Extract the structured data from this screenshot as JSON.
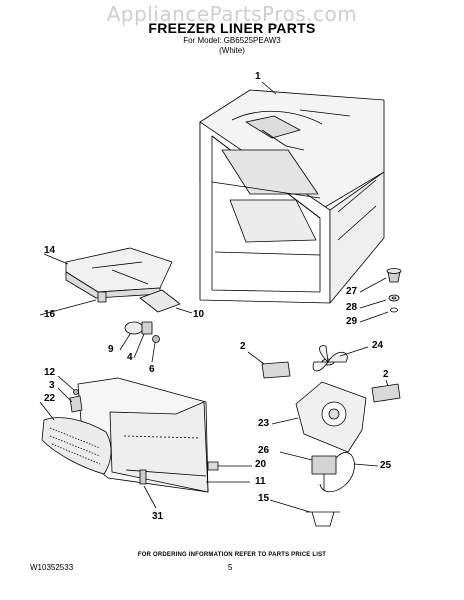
{
  "watermark": "AppliancePartsPros.com",
  "header": {
    "title": "FREEZER LINER PARTS",
    "model_line": "For Model: GB6525PEAW3",
    "color_line": "(White)"
  },
  "callouts": {
    "c1": "1",
    "c2a": "2",
    "c2b": "2",
    "c3": "3",
    "c4": "4",
    "c6": "6",
    "c9": "9",
    "c10": "10",
    "c11": "11",
    "c12": "12",
    "c14": "14",
    "c15": "15",
    "c16": "16",
    "c20": "20",
    "c22": "22",
    "c23": "23",
    "c24": "24",
    "c25": "25",
    "c26": "26",
    "c27": "27",
    "c28": "28",
    "c29": "29",
    "c31": "31"
  },
  "footer": {
    "note": "FOR ORDERING INFORMATION REFER TO PARTS PRICE LIST",
    "doc_number": "W10352533",
    "page_number": "5"
  }
}
